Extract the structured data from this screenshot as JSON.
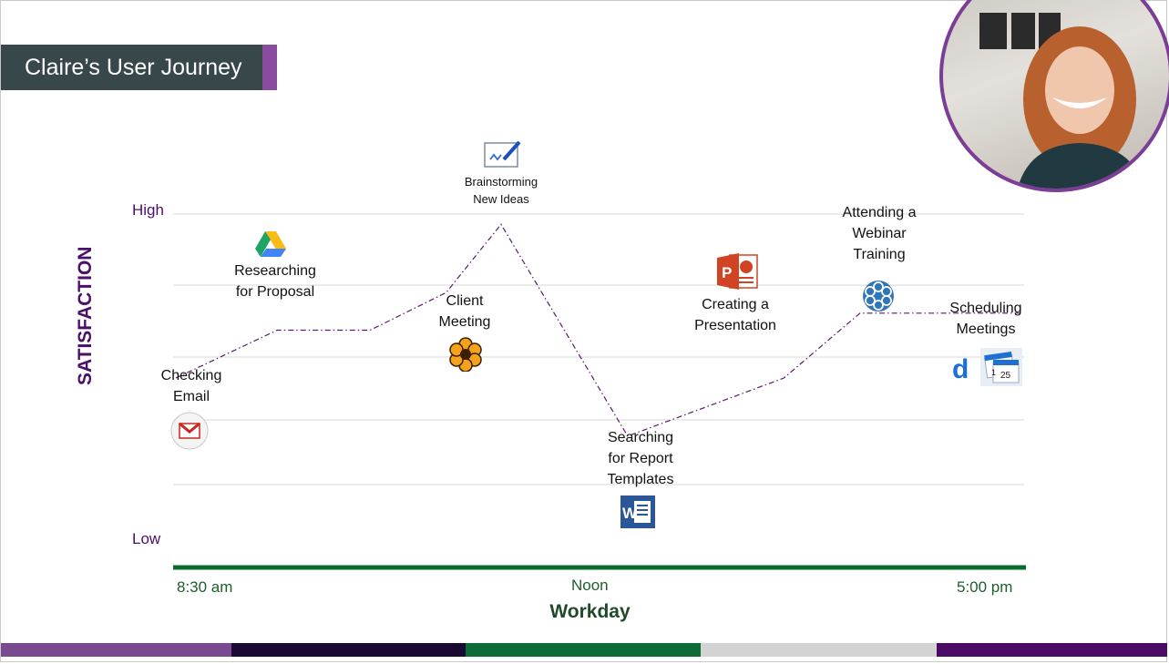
{
  "slide": {
    "title": "Claire’s User Journey"
  },
  "chart_data": {
    "type": "line",
    "title": "Claire’s User Journey",
    "xlabel": "Workday",
    "ylabel": "SATISFACTION",
    "x_tick_labels": [
      "8:30 am",
      "Noon",
      "5:00 pm"
    ],
    "y_level_labels": {
      "high": "High",
      "low": "Low"
    },
    "ylim": [
      0,
      5
    ],
    "grid": true,
    "line_style": "dash-dot",
    "colors": {
      "line": "#5a1a6e",
      "axis": "#0b6b2f",
      "level_text": "#4b0f6b"
    },
    "points": [
      {
        "t": 0.0,
        "y": 2.6
      },
      {
        "t": 0.12,
        "y": 3.3
      },
      {
        "t": 0.23,
        "y": 3.3
      },
      {
        "t": 0.32,
        "y": 3.85
      },
      {
        "t": 0.385,
        "y": 4.85
      },
      {
        "t": 0.535,
        "y": 1.75
      },
      {
        "t": 0.72,
        "y": 2.6
      },
      {
        "t": 0.81,
        "y": 3.55
      },
      {
        "t": 1.0,
        "y": 3.55
      }
    ],
    "annotations": [
      {
        "lines": [
          "Checking",
          "Email"
        ],
        "icon": "gmail-icon"
      },
      {
        "lines": [
          "Researching",
          "for Proposal"
        ],
        "icon": "google-drive-icon"
      },
      {
        "lines": [
          "Client",
          "Meeting"
        ],
        "icon": "flower-meeting-icon"
      },
      {
        "lines": [
          "Brainstorming",
          "New Ideas"
        ],
        "icon": "whiteboard-icon"
      },
      {
        "lines": [
          "Searching",
          "for Report",
          "Templates"
        ],
        "icon": "word-icon"
      },
      {
        "lines": [
          "Creating a",
          "Presentation"
        ],
        "icon": "powerpoint-icon"
      },
      {
        "lines": [
          "Attending a",
          "Webinar",
          "Training"
        ],
        "icon": "webinar-icon"
      },
      {
        "lines": [
          "Scheduling",
          "Meetings"
        ],
        "icon": "calendar-icon"
      }
    ]
  },
  "footer_bar_colors": [
    "#7a4a90",
    "#1a0a33",
    "#0d6b37",
    "#d3d3d3",
    "#4b0a66"
  ]
}
